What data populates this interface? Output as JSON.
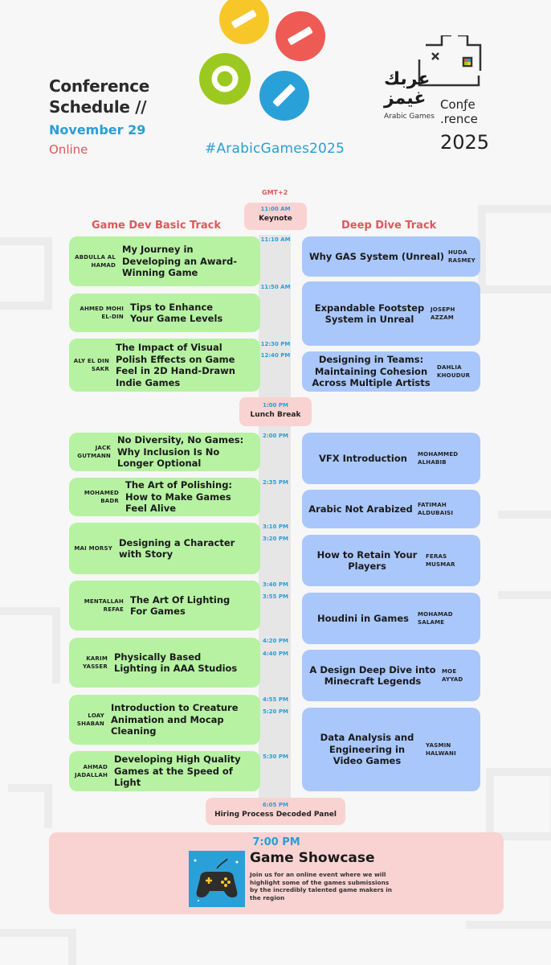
{
  "header": {
    "title_line1": "Conference",
    "title_line2": "Schedule //",
    "date": "November 29",
    "mode": "Online",
    "hashtag": "#ArabicGames2025",
    "logo_arabic_line1": "عربك",
    "logo_arabic_line2": "غيمز",
    "logo_small": "Arabic Games",
    "logo_conf1": "Conƒe",
    "logo_conf2": ".rence",
    "logo_year": "2025"
  },
  "timezone": "GMT+2",
  "tracks": {
    "left": "Game Dev Basic Track",
    "right": "Deep Dive Track"
  },
  "keynote": {
    "time": "11:00 AM",
    "label": "Keynote"
  },
  "lunch": {
    "time": "1:00 PM",
    "label": "Lunch Break"
  },
  "panel": {
    "time": "6:05 PM",
    "label": "Hiring Process Decoded Panel"
  },
  "times": [
    "11:10 AM",
    "11:50 AM",
    "12:30 PM",
    "12:40 PM",
    "2:00 PM",
    "2:35 PM",
    "3:10 PM",
    "3:20 PM",
    "3:40 PM",
    "3:55 PM",
    "4:20 PM",
    "4:40 PM",
    "4:55 PM",
    "5:20 PM",
    "5:30 PM"
  ],
  "left_sessions": [
    {
      "speaker": "ABDULLA AL HAMAD",
      "title": "My Journey in Developing an Award-Winning Game"
    },
    {
      "speaker": "AHMED MOHI EL-DIN",
      "title": "Tips to Enhance Your Game Levels"
    },
    {
      "speaker": "ALY EL DIN SAKR",
      "title": "The Impact of Visual Polish Effects on Game Feel in 2D Hand-Drawn Indie Games"
    },
    {
      "speaker": "JACK GUTMANN",
      "title": "No Diversity, No Games: Why Inclusion Is No Longer Optional"
    },
    {
      "speaker": "MOHAMED BADR",
      "title": "The Art of Polishing: How to Make Games Feel Alive"
    },
    {
      "speaker": "MAI MORSY",
      "title": "Designing a Character with Story"
    },
    {
      "speaker": "MENTALLAH REFAE",
      "title": "The Art Of Lighting For Games"
    },
    {
      "speaker": "KARIM YASSER",
      "title": "Physically Based Lighting in AAA Studios"
    },
    {
      "speaker": "LOAY SHABAN",
      "title": "Introduction to Creature Animation and Mocap Cleaning"
    },
    {
      "speaker": "AHMAD JADALLAH",
      "title": "Developing High Quality Games at the Speed of Light"
    }
  ],
  "right_sessions": [
    {
      "speaker": "HUDA RASMEY",
      "title": "Why GAS System (Unreal)"
    },
    {
      "speaker": "JOSEPH AZZAM",
      "title": "Expandable Footstep System in Unreal"
    },
    {
      "speaker": "DAHLIA KHOUDUR",
      "title": "Designing in Teams: Maintaining Cohesion Across Multiple Artists"
    },
    {
      "speaker": "MOHAMMED ALHABIB",
      "title": "VFX Introduction"
    },
    {
      "speaker": "FATIMAH ALDUBAISI",
      "title": "Arabic Not Arabized"
    },
    {
      "speaker": "FERAS MUSMAR",
      "title": "How to Retain Your Players"
    },
    {
      "speaker": "MOHAMAD SALAME",
      "title": "Houdini in Games"
    },
    {
      "speaker": "MOE AYYAD",
      "title": "A Design Deep Dive into Minecraft Legends"
    },
    {
      "speaker": "YASMIN HALWANI",
      "title": "Data Analysis and Engineering in Video Games"
    }
  ],
  "showcase": {
    "time": "7:00 PM",
    "title": "Game Showcase",
    "description": "Join us for an online event where we will highlight some of the games submissions by the incredibly talented game makers in the region"
  },
  "colors": {
    "green": "#b6f2a2",
    "blue": "#a9c7fb",
    "pink": "#f9d3d1",
    "accent_red": "#e0575a",
    "accent_blue": "#2a9ed6"
  }
}
